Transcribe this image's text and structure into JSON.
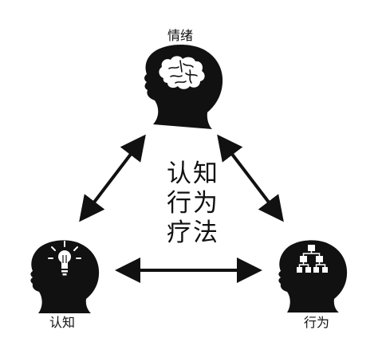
{
  "nodes": {
    "emotion": {
      "label": "情绪",
      "icon": "brain-icon"
    },
    "cognition": {
      "label": "认知",
      "icon": "lightbulb-icon"
    },
    "behavior": {
      "label": "行为",
      "icon": "flowchart-icon"
    }
  },
  "center": {
    "lines": [
      "认知",
      "行为",
      "疗法"
    ]
  },
  "colors": {
    "ink": "#111111",
    "background": "#ffffff"
  }
}
